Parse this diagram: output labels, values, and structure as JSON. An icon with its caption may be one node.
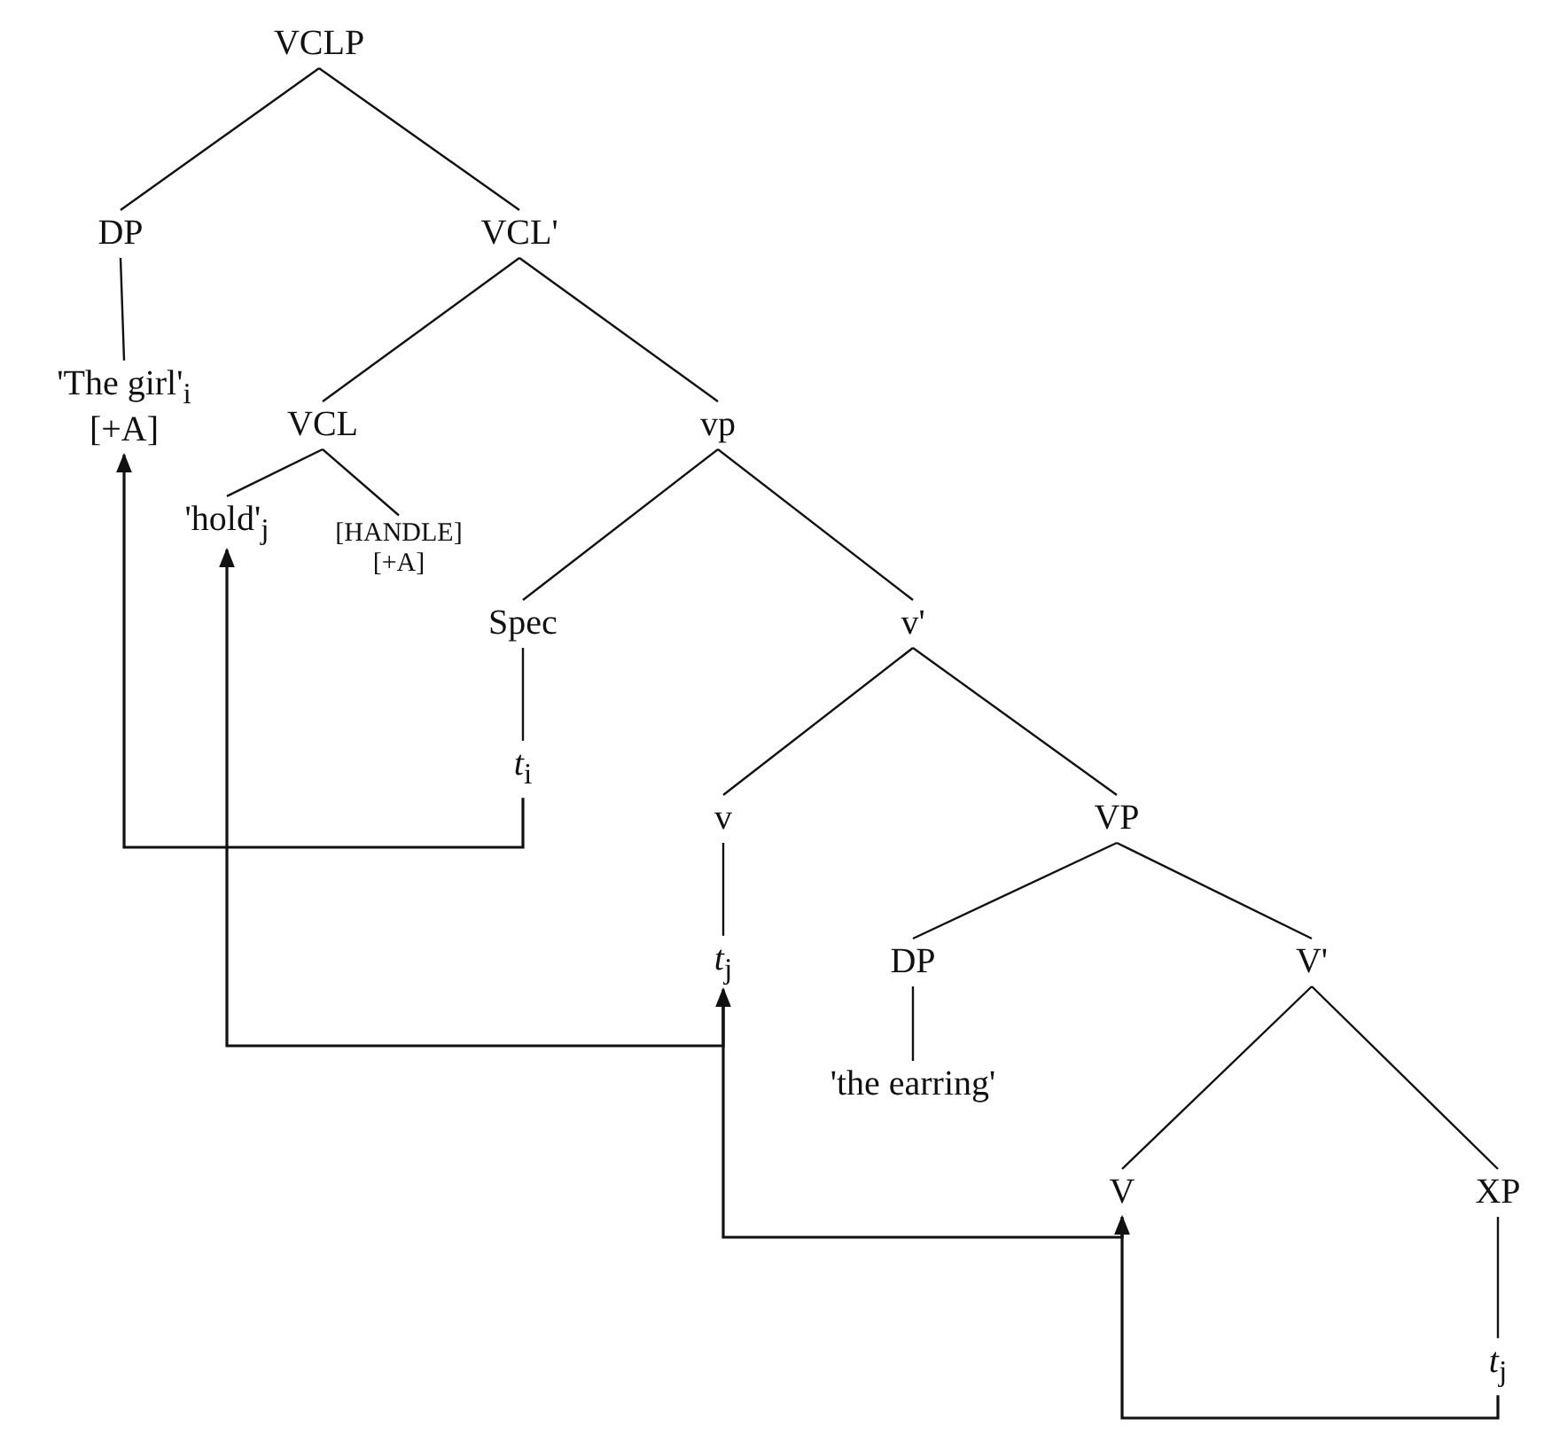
{
  "diagram": {
    "nodes": [
      {
        "text": [
          "VCLP"
        ]
      },
      {
        "text": [
          "DP"
        ]
      },
      {
        "text": [
          "VCL'"
        ]
      },
      {
        "text": [
          "'The girl'$_{i}$",
          "[+A]"
        ]
      },
      {
        "text": [
          "VCL"
        ]
      },
      {
        "text": [
          "vp"
        ]
      },
      {
        "text": [
          "'hold'$_{j}$"
        ]
      },
      {
        "text": [
          "[HANDLE]",
          "[+A]"
        ]
      },
      {
        "text": [
          "Spec"
        ]
      },
      {
        "text": [
          "v'"
        ]
      },
      {
        "text": [
          "*t*$_{i}$"
        ]
      },
      {
        "text": [
          "v"
        ]
      },
      {
        "text": [
          "VP"
        ]
      },
      {
        "text": [
          "*t*$_{j}$"
        ]
      },
      {
        "text": [
          "DP"
        ]
      },
      {
        "text": [
          "V'"
        ]
      },
      {
        "text": [
          "'the earring'"
        ]
      },
      {
        "text": [
          "V"
        ]
      },
      {
        "text": [
          "XP"
        ]
      },
      {
        "text": [
          "*t*$_{j}$"
        ]
      }
    ],
    "edges": [
      {
        "from": 0,
        "to": 1,
        "arrow": "none"
      },
      {
        "from": 0,
        "to": 2,
        "arrow": "none"
      },
      {
        "from": 1,
        "to": 3,
        "arrow": "none"
      },
      {
        "from": 2,
        "to": 4,
        "arrow": "none"
      },
      {
        "from": 2,
        "to": 5,
        "arrow": "none"
      },
      {
        "from": 4,
        "to": 6,
        "arrow": "none"
      },
      {
        "from": 4,
        "to": 7,
        "arrow": "none"
      },
      {
        "from": 5,
        "to": 8,
        "arrow": "none"
      },
      {
        "from": 5,
        "to": 9,
        "arrow": "none"
      },
      {
        "from": 8,
        "to": 10,
        "arrow": "none"
      },
      {
        "from": 9,
        "to": 11,
        "arrow": "none"
      },
      {
        "from": 9,
        "to": 12,
        "arrow": "none"
      },
      {
        "from": 11,
        "to": 13,
        "arrow": "none"
      },
      {
        "from": 12,
        "to": 14,
        "arrow": "none"
      },
      {
        "from": 12,
        "to": 15,
        "arrow": "none"
      },
      {
        "from": 14,
        "to": 16,
        "arrow": "none"
      },
      {
        "from": 15,
        "to": 17,
        "arrow": "none"
      },
      {
        "from": 15,
        "to": 18,
        "arrow": "none"
      },
      {
        "from": 18,
        "to": 19,
        "arrow": "none"
      },
      {
        "from": 10,
        "to": 3,
        "arrow": "to"
      },
      {
        "from": 19,
        "to": 17,
        "arrow": "to"
      },
      {
        "from": 17,
        "to": 13,
        "arrow": "to"
      },
      {
        "from": 13,
        "to": 6,
        "arrow": "to"
      }
    ]
  }
}
